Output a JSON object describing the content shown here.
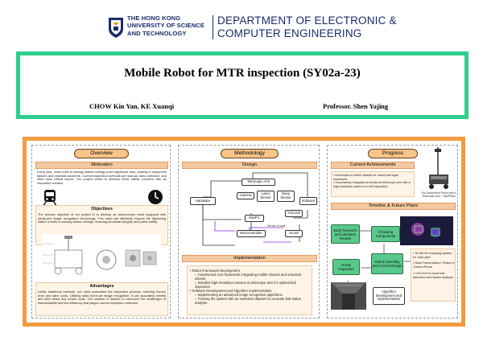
{
  "header": {
    "university": [
      "THE HONG KONG",
      "UNIVERSITY OF SCIENCE",
      "AND TECHNOLOGY"
    ],
    "department": [
      "DEPARTMENT OF ELECTRONIC &",
      "COMPUTER ENGINEERING"
    ]
  },
  "title": {
    "main": "Mobile Robot for MTR inspection (SY02a-23)",
    "authors": "CHOW Kin Yan, KE Xuanqi",
    "supervisor": "Professor. Shen Yajing"
  },
  "overview": {
    "heading": "Overview",
    "motivation_title": "Motivation",
    "motivation_text": "Every year, loose bolts in subway station ceilings pose significant risks, leading to equipment failures and potential accidents. Current inspection methods are manual, labor-intensive, and often miss critical issues. Our project seeks to address these safety concerns with an innovative solution.",
    "objectives_title": "Objectives",
    "objectives_text": "The primary objective of our project is to develop an autonomous robot equipped with advanced image recognition technology. This robot will efficiently inspect the tightening status of bolts in subway station ceilings, ensuring structural integrity and public safety.",
    "advantages_title": "Advantages",
    "advantages_text": "Unlike traditional methods, our robot automates the inspection process, reducing human error and labor costs. Utilizing state-of-the-art image recognition, it can accurately identify and alert about any loosen bolts. Our solution is tailored to overcome the challenges of inaccessibility and low efficiency that plague current inspection methods."
  },
  "methodology": {
    "heading": "Methodology",
    "design_title": "Design",
    "nodes": {
      "telescopic": "Telescopic Arm",
      "camera": "Camera",
      "laser": "Laser Sensor",
      "deep": "Deep Sensor",
      "hardware": "Hardware",
      "software": "Software",
      "yolo": "YOLOv5",
      "minipc": "MiniPC",
      "micro": "Microcontroller",
      "slam": "SLAM",
      "server": "Server to host"
    },
    "impl_title": "Implementation",
    "impl_items": [
      "Robot Framework Development",
      "Constructed core framework integrating mobile chassis and universal wheels.",
      "Installed high-resolution camera on telescopic arm for optimal bolt inspection.",
      "Software Development and Algorithm Implementation",
      "Implementing an advanced image recognition algorithms",
      "Training the system with an extensive dataset for accurate bolt status analysis."
    ]
  },
  "progress": {
    "heading": "Progress",
    "current_title": "Current Achievements",
    "current_items": [
      "Developed a mobile chassis for robust and agile movement.",
      "Successfully integrated a functional telescopic arm with a high-resolution camera for bolt inspection."
    ],
    "robot_caption": "Our Assembled Robot with a Telescopic Arm + MiniPillow",
    "timeline_title": "Timeline & Future Plans",
    "timeline_nodes": {
      "research": "Early Research and Literature Review",
      "components": "Choosing Components",
      "assembly": "Robot Assembly and Control Design",
      "onsite": "Onsite Inspection",
      "algorithm": "Algorithm development and implementation"
    },
    "future_items": [
      "SLAM 2D mapping system for auto-pilot",
      "Data Transmission: Robot to Control Room",
      "YOLOv5 for local bolt detection and status analysis"
    ]
  }
}
